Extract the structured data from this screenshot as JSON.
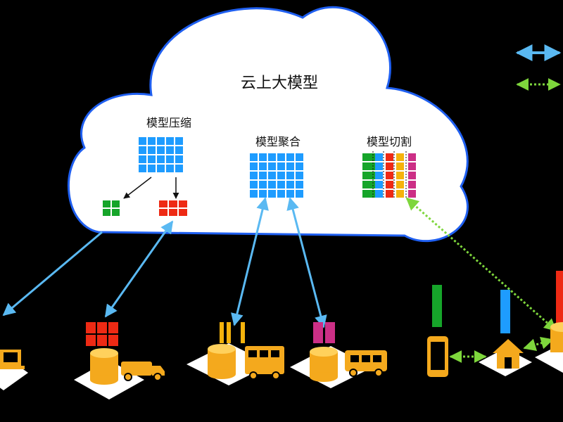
{
  "cloud": {
    "title": "云上大模型",
    "fill": "#ffffff",
    "stroke": "#1f5ff0"
  },
  "groups": {
    "compress": {
      "title": "模型压缩"
    },
    "aggregate": {
      "title": "模型聚合"
    },
    "split": {
      "title": "模型切割"
    }
  },
  "colors": {
    "blue_cell": "#1e9cff",
    "green_cell": "#16a52a",
    "red_cell": "#ee2a14",
    "orange_cell": "#f5b30c",
    "magenta_cell": "#cc2f86",
    "cyan_link": "#5ab9f2",
    "green_link": "#7ed63c",
    "cylinder": "#f4a91d",
    "pad": "#ffffff"
  },
  "legend": {
    "items": [
      {
        "icon": "double-arrow-solid-icon",
        "color": "#5ab9f2"
      },
      {
        "icon": "double-arrow-dotted-icon",
        "color": "#7ed63c"
      }
    ]
  },
  "devices": [
    {
      "icon": "laptop-icon"
    },
    {
      "icon": "truck-icon"
    },
    {
      "icon": "bus-icon"
    },
    {
      "icon": "car-icon"
    },
    {
      "icon": "phone-icon"
    },
    {
      "icon": "house-icon"
    }
  ]
}
